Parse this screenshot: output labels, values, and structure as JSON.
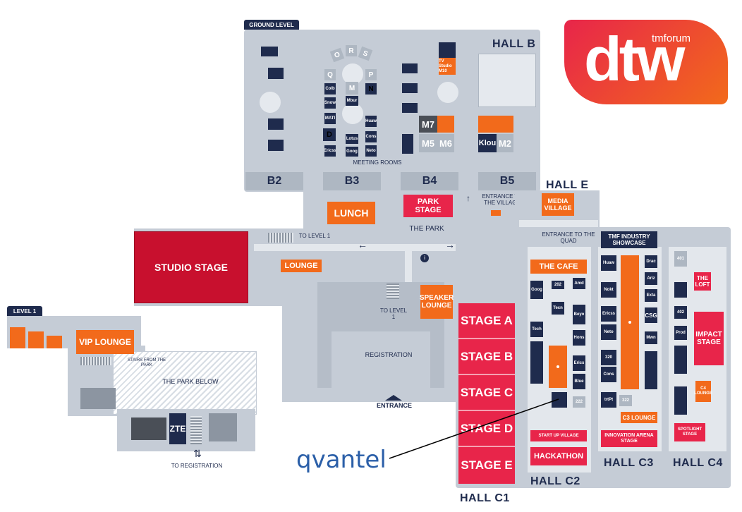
{
  "brand": {
    "tmforum": "tmforum",
    "dtw": "dtw"
  },
  "colors": {
    "navy": "#1f2b4d",
    "red": "#e8254a",
    "orange": "#f26a1b",
    "floor": "#c5ccd6"
  },
  "levels": {
    "ground": "GROUND LEVEL",
    "level1": "LEVEL 1"
  },
  "halls": {
    "b": "HALL B",
    "e": "HALL E",
    "c1": "HALL C1",
    "c2": "HALL C2",
    "c3": "HALL C3",
    "c4": "HALL C4"
  },
  "blocks": {
    "b2": "B2",
    "b3": "B3",
    "b4": "B4",
    "b5": "B5"
  },
  "areas": {
    "meeting_rooms": "MEETING ROOMS",
    "lunch": "LUNCH",
    "park_stage": "PARK STAGE",
    "the_park": "THE PARK",
    "entrance_village": "ENTRANCE TO THE VILLAGE",
    "media_village": "MEDIA VILLAGE",
    "entrance_quad": "ENTRANCE TO THE QUAD",
    "to_level1_top": "TO LEVEL 1",
    "studio_stage": "STUDIO STAGE",
    "lounge": "LOUNGE",
    "speaker_lounge": "SPEAKER LOUNGE",
    "to_level1_mid": "TO LEVEL 1",
    "registration": "REGISTRATION",
    "entrance": "ENTRANCE",
    "the_cafe": "THE CAFE",
    "tmf_showcase": "TMF INDUSTRY SHOWCASE",
    "the_loft": "THE LOFT",
    "impact_stage": "IMPACT STAGE",
    "c4_lounge": "C4 LOUNGE",
    "c3_lounge": "C3 LOUNGE",
    "startup_village": "START UP VILLAGE",
    "hackathon": "HACKATHON",
    "innovation_arena": "INNOVATION ARENA STAGE",
    "spotlight_stage": "SPOTLIGHT STAGE"
  },
  "stages": [
    "STAGE A",
    "STAGE B",
    "STAGE C",
    "STAGE D",
    "STAGE E"
  ],
  "meeting": {
    "letters": [
      "O",
      "R",
      "S",
      "Q",
      "P",
      "N",
      "M",
      "D"
    ],
    "m_rooms": [
      "M7",
      "M5",
      "M6",
      "M2"
    ],
    "tv_studio": "TV Studio M10",
    "booths": [
      "Colb",
      "Snow",
      "MATI",
      "Ericss",
      "Mbur",
      "Lotus",
      "Goog",
      "Huaw",
      "Cons",
      "Neto",
      "Klou"
    ]
  },
  "c2_booths": [
    "Goog",
    "202",
    "Amd",
    "Tecn",
    "Beyo",
    "Tech",
    "Hons",
    "Erics",
    "Blue",
    "222"
  ],
  "c3_booths": [
    "Huaw",
    "Nokt",
    "Ericss",
    "Neto",
    "320",
    "Cons",
    "trtPt",
    "322",
    "Drac",
    "Ariz",
    "Exta",
    "CSG",
    "Mwn"
  ],
  "c4_booths": [
    "401",
    "402",
    "Prod"
  ],
  "level1": {
    "vip_lounge": "VIP LOUNGE",
    "stairs_from_park": "STAIRS FROM THE PARK",
    "park_below": "THE PARK BELOW",
    "zte": "ZTE",
    "to_registration": "TO REGISTRATION"
  },
  "callout": {
    "qvantel": "qvantel"
  }
}
